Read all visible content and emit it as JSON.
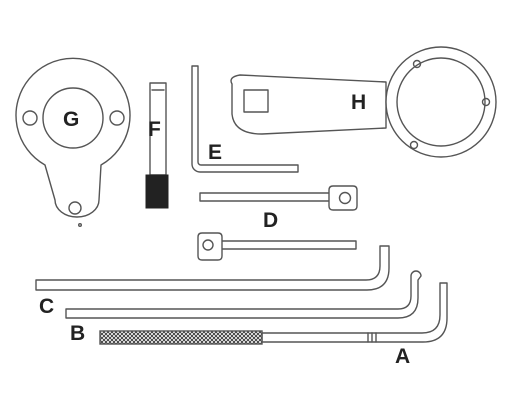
{
  "labels": {
    "a": "A",
    "b": "B",
    "c": "C",
    "d": "D",
    "e": "E",
    "f": "F",
    "g": "G",
    "h": "H"
  },
  "colors": {
    "line": "#555555",
    "label": "#222222",
    "dark_grip": "#222222",
    "knurl": "#333333",
    "background": "#ffffff"
  }
}
